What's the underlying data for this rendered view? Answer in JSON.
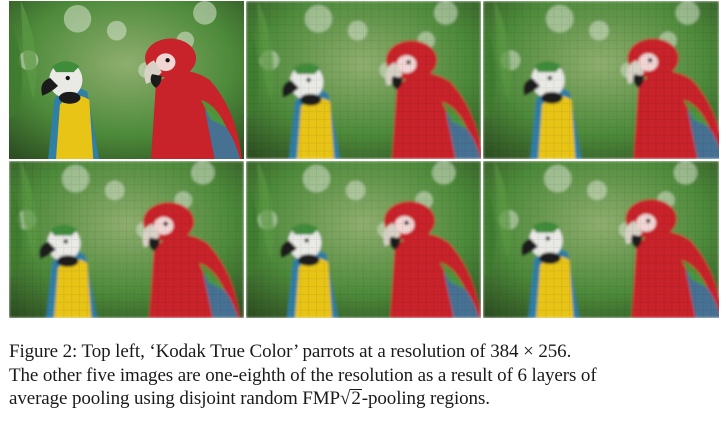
{
  "figure": {
    "panels": [
      {
        "id": "original",
        "pixelation": "none"
      },
      {
        "id": "pooled-1",
        "pixelation": "blocky"
      },
      {
        "id": "pooled-2",
        "pixelation": "blocky"
      },
      {
        "id": "pooled-3",
        "pixelation": "blocky"
      },
      {
        "id": "pooled-4",
        "pixelation": "blocky"
      },
      {
        "id": "pooled-5",
        "pixelation": "blocky"
      }
    ],
    "colors": {
      "red_parrot": "#c8222a",
      "yellow_chest": "#e8c417",
      "blue_wing": "#2f7fa6",
      "green_background": "#4d8a3a",
      "black_beak": "#1b1b1b",
      "white_face": "#e9e9e6"
    }
  },
  "caption": {
    "line1": "Figure 2:  Top left, ‘Kodak True Color’ parrots at a resolution of 384 × 256.",
    "line2": "The other five images are one-eighth of the resolution as a result of 6 layers of",
    "line3_prefix": "average pooling using disjoint random FMP",
    "line3_sqrt": "√",
    "line3_radicand": "2",
    "line3_suffix": "-pooling regions."
  }
}
